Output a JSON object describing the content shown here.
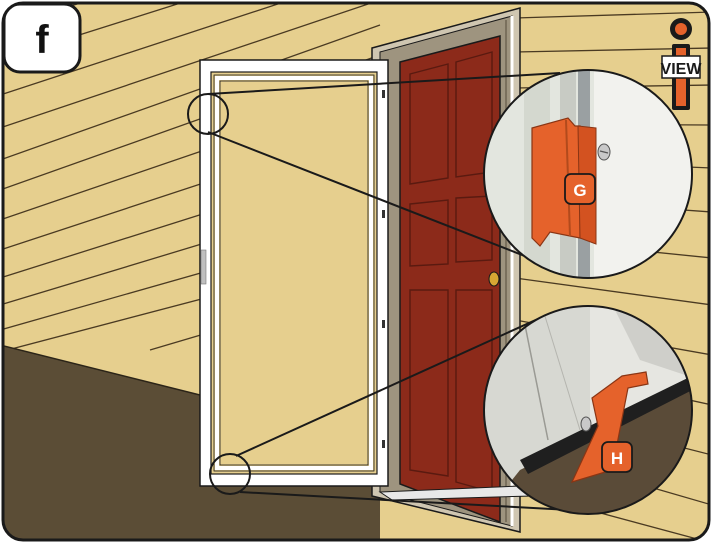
{
  "step": {
    "label": "f"
  },
  "view_icon": {
    "label": "VIEW",
    "name": "info-view-icon"
  },
  "callouts": [
    {
      "id": "top-hinge-bracket",
      "label": "G"
    },
    {
      "id": "bottom-latch-clip",
      "label": "H"
    }
  ],
  "colors": {
    "siding": "#e6cf8e",
    "siding_line": "#4a3a22",
    "floor": "#5b4d36",
    "door": "#8c2a1a",
    "door_frame": "#b8ad96",
    "storm_frame": "#ffffff",
    "accent": "#e5622b",
    "outline": "#1a1a1a"
  }
}
